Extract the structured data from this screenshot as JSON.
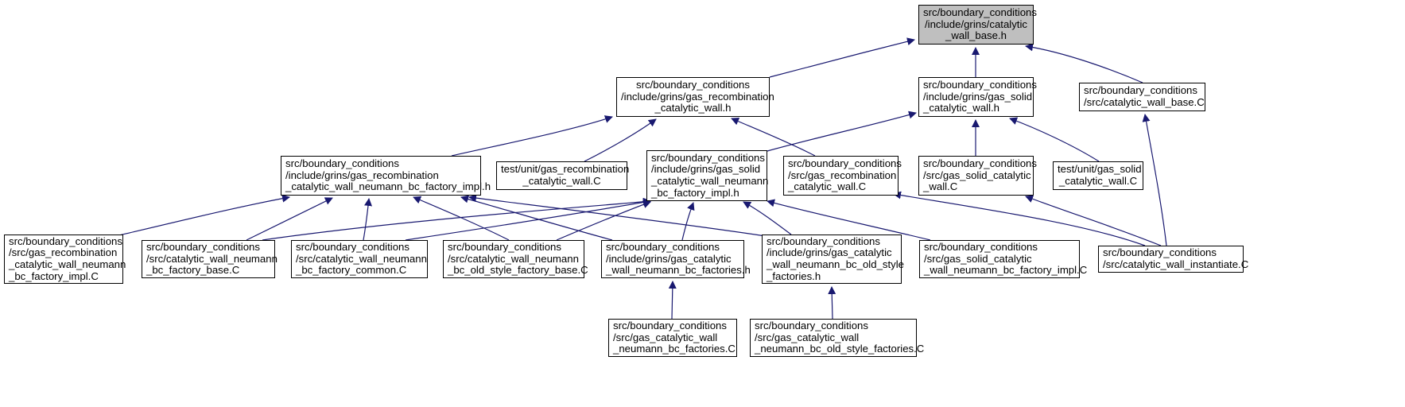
{
  "graph": {
    "nodes": [
      {
        "id": "n1",
        "lines": [
          "src/boundary_conditions",
          "/include/grins/catalytic",
          "_wall_base.h"
        ],
        "highlighted": true
      },
      {
        "id": "n2",
        "lines": [
          "src/boundary_conditions",
          "/include/grins/gas_recombination",
          "_catalytic_wall.h"
        ]
      },
      {
        "id": "n3",
        "lines": [
          "src/boundary_conditions",
          "/include/grins/gas_solid",
          "_catalytic_wall.h"
        ]
      },
      {
        "id": "n4",
        "lines": [
          "src/boundary_conditions",
          "/src/catalytic_wall_base.C"
        ]
      },
      {
        "id": "n5",
        "lines": [
          "src/boundary_conditions",
          "/include/grins/gas_recombination",
          "_catalytic_wall_neumann_bc_factory_impl.h"
        ]
      },
      {
        "id": "n6",
        "lines": [
          "test/unit/gas_recombination",
          "_catalytic_wall.C"
        ]
      },
      {
        "id": "n7",
        "lines": [
          "src/boundary_conditions",
          "/include/grins/gas_solid",
          "_catalytic_wall_neumann",
          "_bc_factory_impl.h"
        ]
      },
      {
        "id": "n8",
        "lines": [
          "src/boundary_conditions",
          "/src/gas_recombination",
          "_catalytic_wall.C"
        ]
      },
      {
        "id": "n9",
        "lines": [
          "src/boundary_conditions",
          "/src/gas_solid_catalytic",
          "_wall.C"
        ]
      },
      {
        "id": "n10",
        "lines": [
          "test/unit/gas_solid",
          "_catalytic_wall.C"
        ]
      },
      {
        "id": "n11",
        "lines": [
          "src/boundary_conditions",
          "/src/gas_recombination",
          "_catalytic_wall_neumann",
          "_bc_factory_impl.C"
        ]
      },
      {
        "id": "n12",
        "lines": [
          "src/boundary_conditions",
          "/src/catalytic_wall_neumann",
          "_bc_factory_base.C"
        ]
      },
      {
        "id": "n13",
        "lines": [
          "src/boundary_conditions",
          "/src/catalytic_wall_neumann",
          "_bc_factory_common.C"
        ]
      },
      {
        "id": "n14",
        "lines": [
          "src/boundary_conditions",
          "/src/catalytic_wall_neumann",
          "_bc_old_style_factory_base.C"
        ]
      },
      {
        "id": "n15",
        "lines": [
          "src/boundary_conditions",
          "/include/grins/gas_catalytic",
          "_wall_neumann_bc_factories.h"
        ]
      },
      {
        "id": "n16",
        "lines": [
          "src/boundary_conditions",
          "/include/grins/gas_catalytic",
          "_wall_neumann_bc_old_style",
          "_factories.h"
        ]
      },
      {
        "id": "n17",
        "lines": [
          "src/boundary_conditions",
          "/src/gas_solid_catalytic",
          "_wall_neumann_bc_factory_impl.C"
        ]
      },
      {
        "id": "n18",
        "lines": [
          "src/boundary_conditions",
          "/src/catalytic_wall_instantiate.C"
        ]
      },
      {
        "id": "n19",
        "lines": [
          "src/boundary_conditions",
          "/src/gas_catalytic_wall",
          "_neumann_bc_factories.C"
        ]
      },
      {
        "id": "n20",
        "lines": [
          "src/boundary_conditions",
          "/src/gas_catalytic_wall",
          "_neumann_bc_old_style_factories.C"
        ]
      }
    ],
    "edges": [
      {
        "from": "n1",
        "to": "n2"
      },
      {
        "from": "n1",
        "to": "n3"
      },
      {
        "from": "n1",
        "to": "n4"
      },
      {
        "from": "n2",
        "to": "n5"
      },
      {
        "from": "n2",
        "to": "n6"
      },
      {
        "from": "n2",
        "to": "n8"
      },
      {
        "from": "n3",
        "to": "n7"
      },
      {
        "from": "n3",
        "to": "n9"
      },
      {
        "from": "n3",
        "to": "n10"
      },
      {
        "from": "n4",
        "to": "n18"
      },
      {
        "from": "n8",
        "to": "n18"
      },
      {
        "from": "n9",
        "to": "n18"
      },
      {
        "from": "n5",
        "to": "n11"
      },
      {
        "from": "n5",
        "to": "n12"
      },
      {
        "from": "n5",
        "to": "n13"
      },
      {
        "from": "n5",
        "to": "n14"
      },
      {
        "from": "n5",
        "to": "n15"
      },
      {
        "from": "n5",
        "to": "n16"
      },
      {
        "from": "n7",
        "to": "n12"
      },
      {
        "from": "n7",
        "to": "n13"
      },
      {
        "from": "n7",
        "to": "n14"
      },
      {
        "from": "n7",
        "to": "n15"
      },
      {
        "from": "n7",
        "to": "n16"
      },
      {
        "from": "n7",
        "to": "n17"
      },
      {
        "from": "n15",
        "to": "n19"
      },
      {
        "from": "n16",
        "to": "n20"
      }
    ],
    "colors": {
      "edge": "#191970",
      "border": "#000000",
      "highlight_fill": "#bfbfbf",
      "fill": "#ffffff"
    }
  }
}
